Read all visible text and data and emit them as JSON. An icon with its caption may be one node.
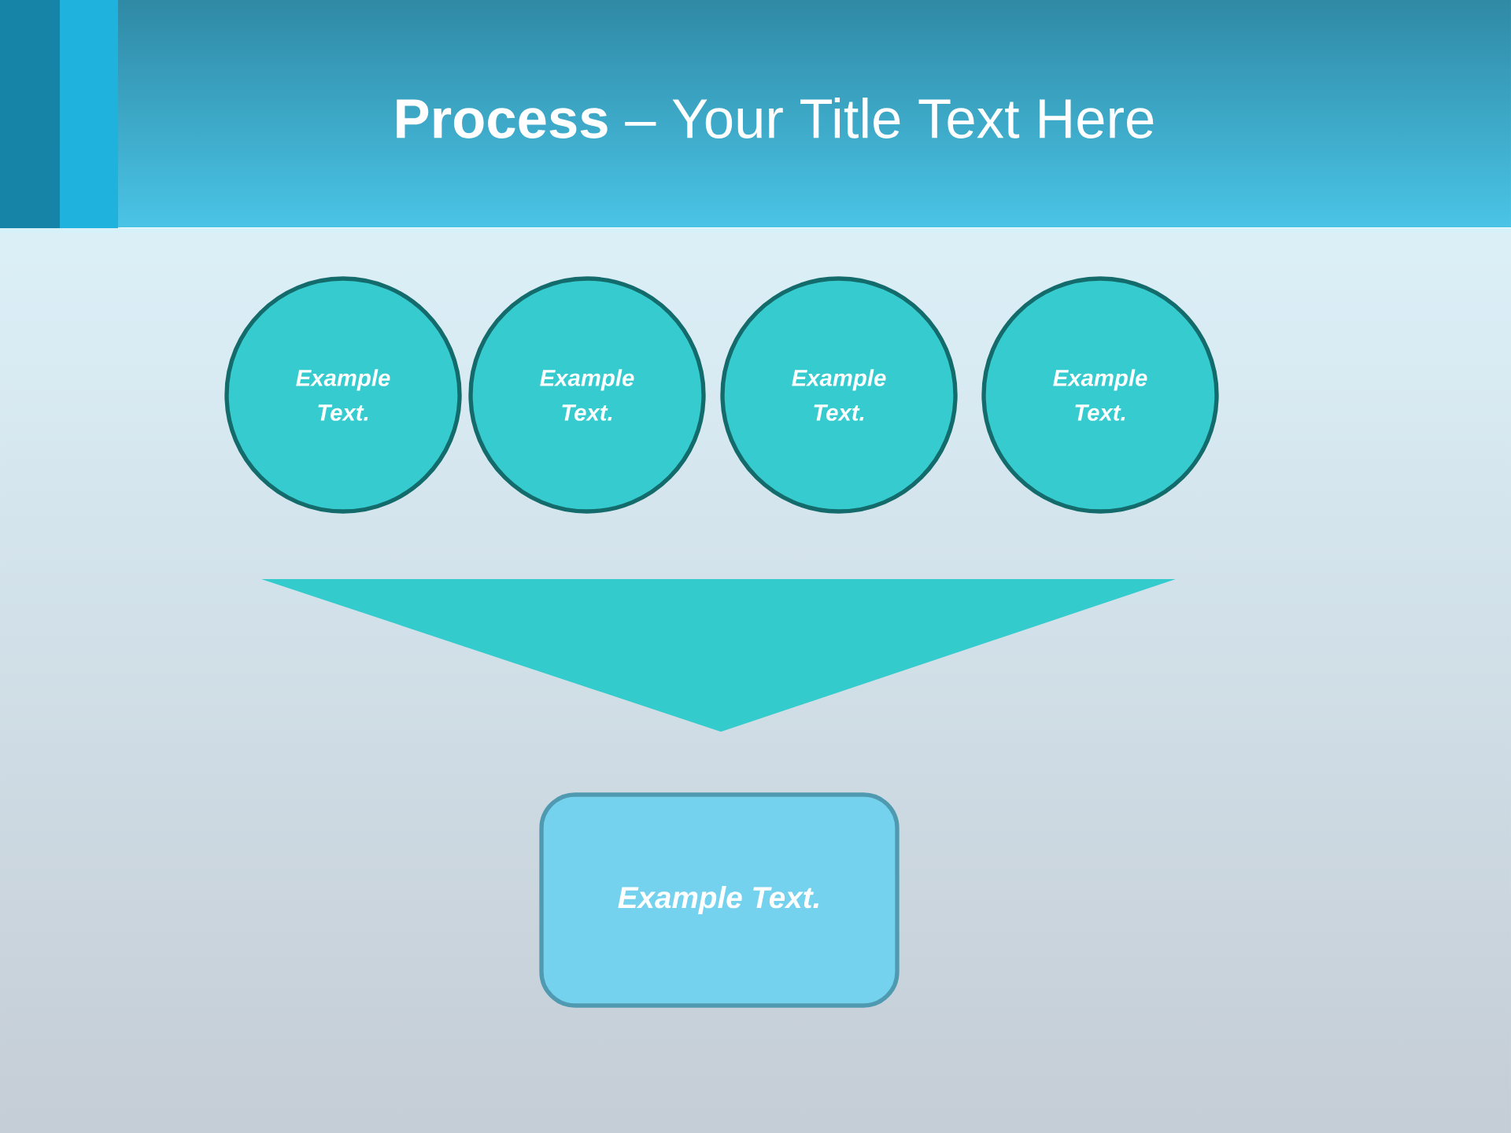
{
  "diagram": {
    "title": "**Process** – Your Title Text Here",
    "nodes": [
      {
        "text": [
          "Example Text."
        ]
      },
      {
        "text": [
          "Example Text."
        ]
      },
      {
        "text": [
          "Example Text."
        ]
      },
      {
        "text": [
          "Example Text."
        ]
      },
      {
        "text": [],
        "shape": "triangle"
      },
      {
        "text": [
          "Example Text."
        ]
      }
    ]
  }
}
